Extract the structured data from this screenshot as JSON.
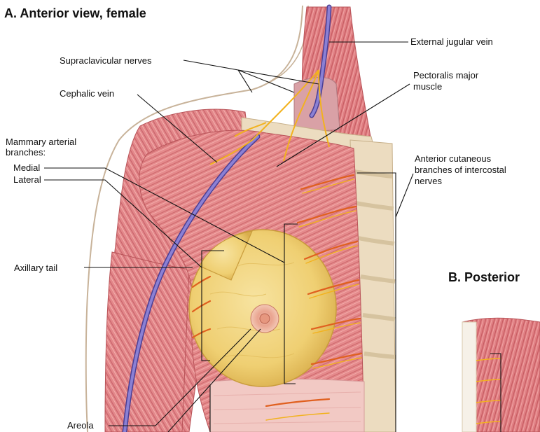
{
  "figure": {
    "title_a": "A. Anterior view, female",
    "title_b": "B. Posterior",
    "colors": {
      "muscle": "#e58a8c",
      "muscle_dark": "#c9575c",
      "muscle_light": "#f4b7b3",
      "gland": "#f0d37a",
      "gland_edge": "#c99c3c",
      "vein": "#7b6fc4",
      "nerve": "#f2b21e",
      "artery": "#e0601f",
      "bone": "#ecdcc0",
      "skin_outline": "#c8b39a",
      "areola": "#e79a86"
    },
    "labels": {
      "supraclavicular": "Supraclavicular nerves",
      "cephalic": "Cephalic vein",
      "mammary_1": "Mammary arterial",
      "mammary_2": "branches:",
      "medial": "Medial",
      "lateral": "Lateral",
      "axillary_tail": "Axillary tail",
      "areola": "Areola",
      "ext_jugular": "External jugular vein",
      "pectoralis_1": "Pectoralis major",
      "pectoralis_2": "muscle",
      "ant_cut_1": "Anterior cutaneous",
      "ant_cut_2": "branches of intercostal",
      "ant_cut_3": "nerves"
    }
  }
}
